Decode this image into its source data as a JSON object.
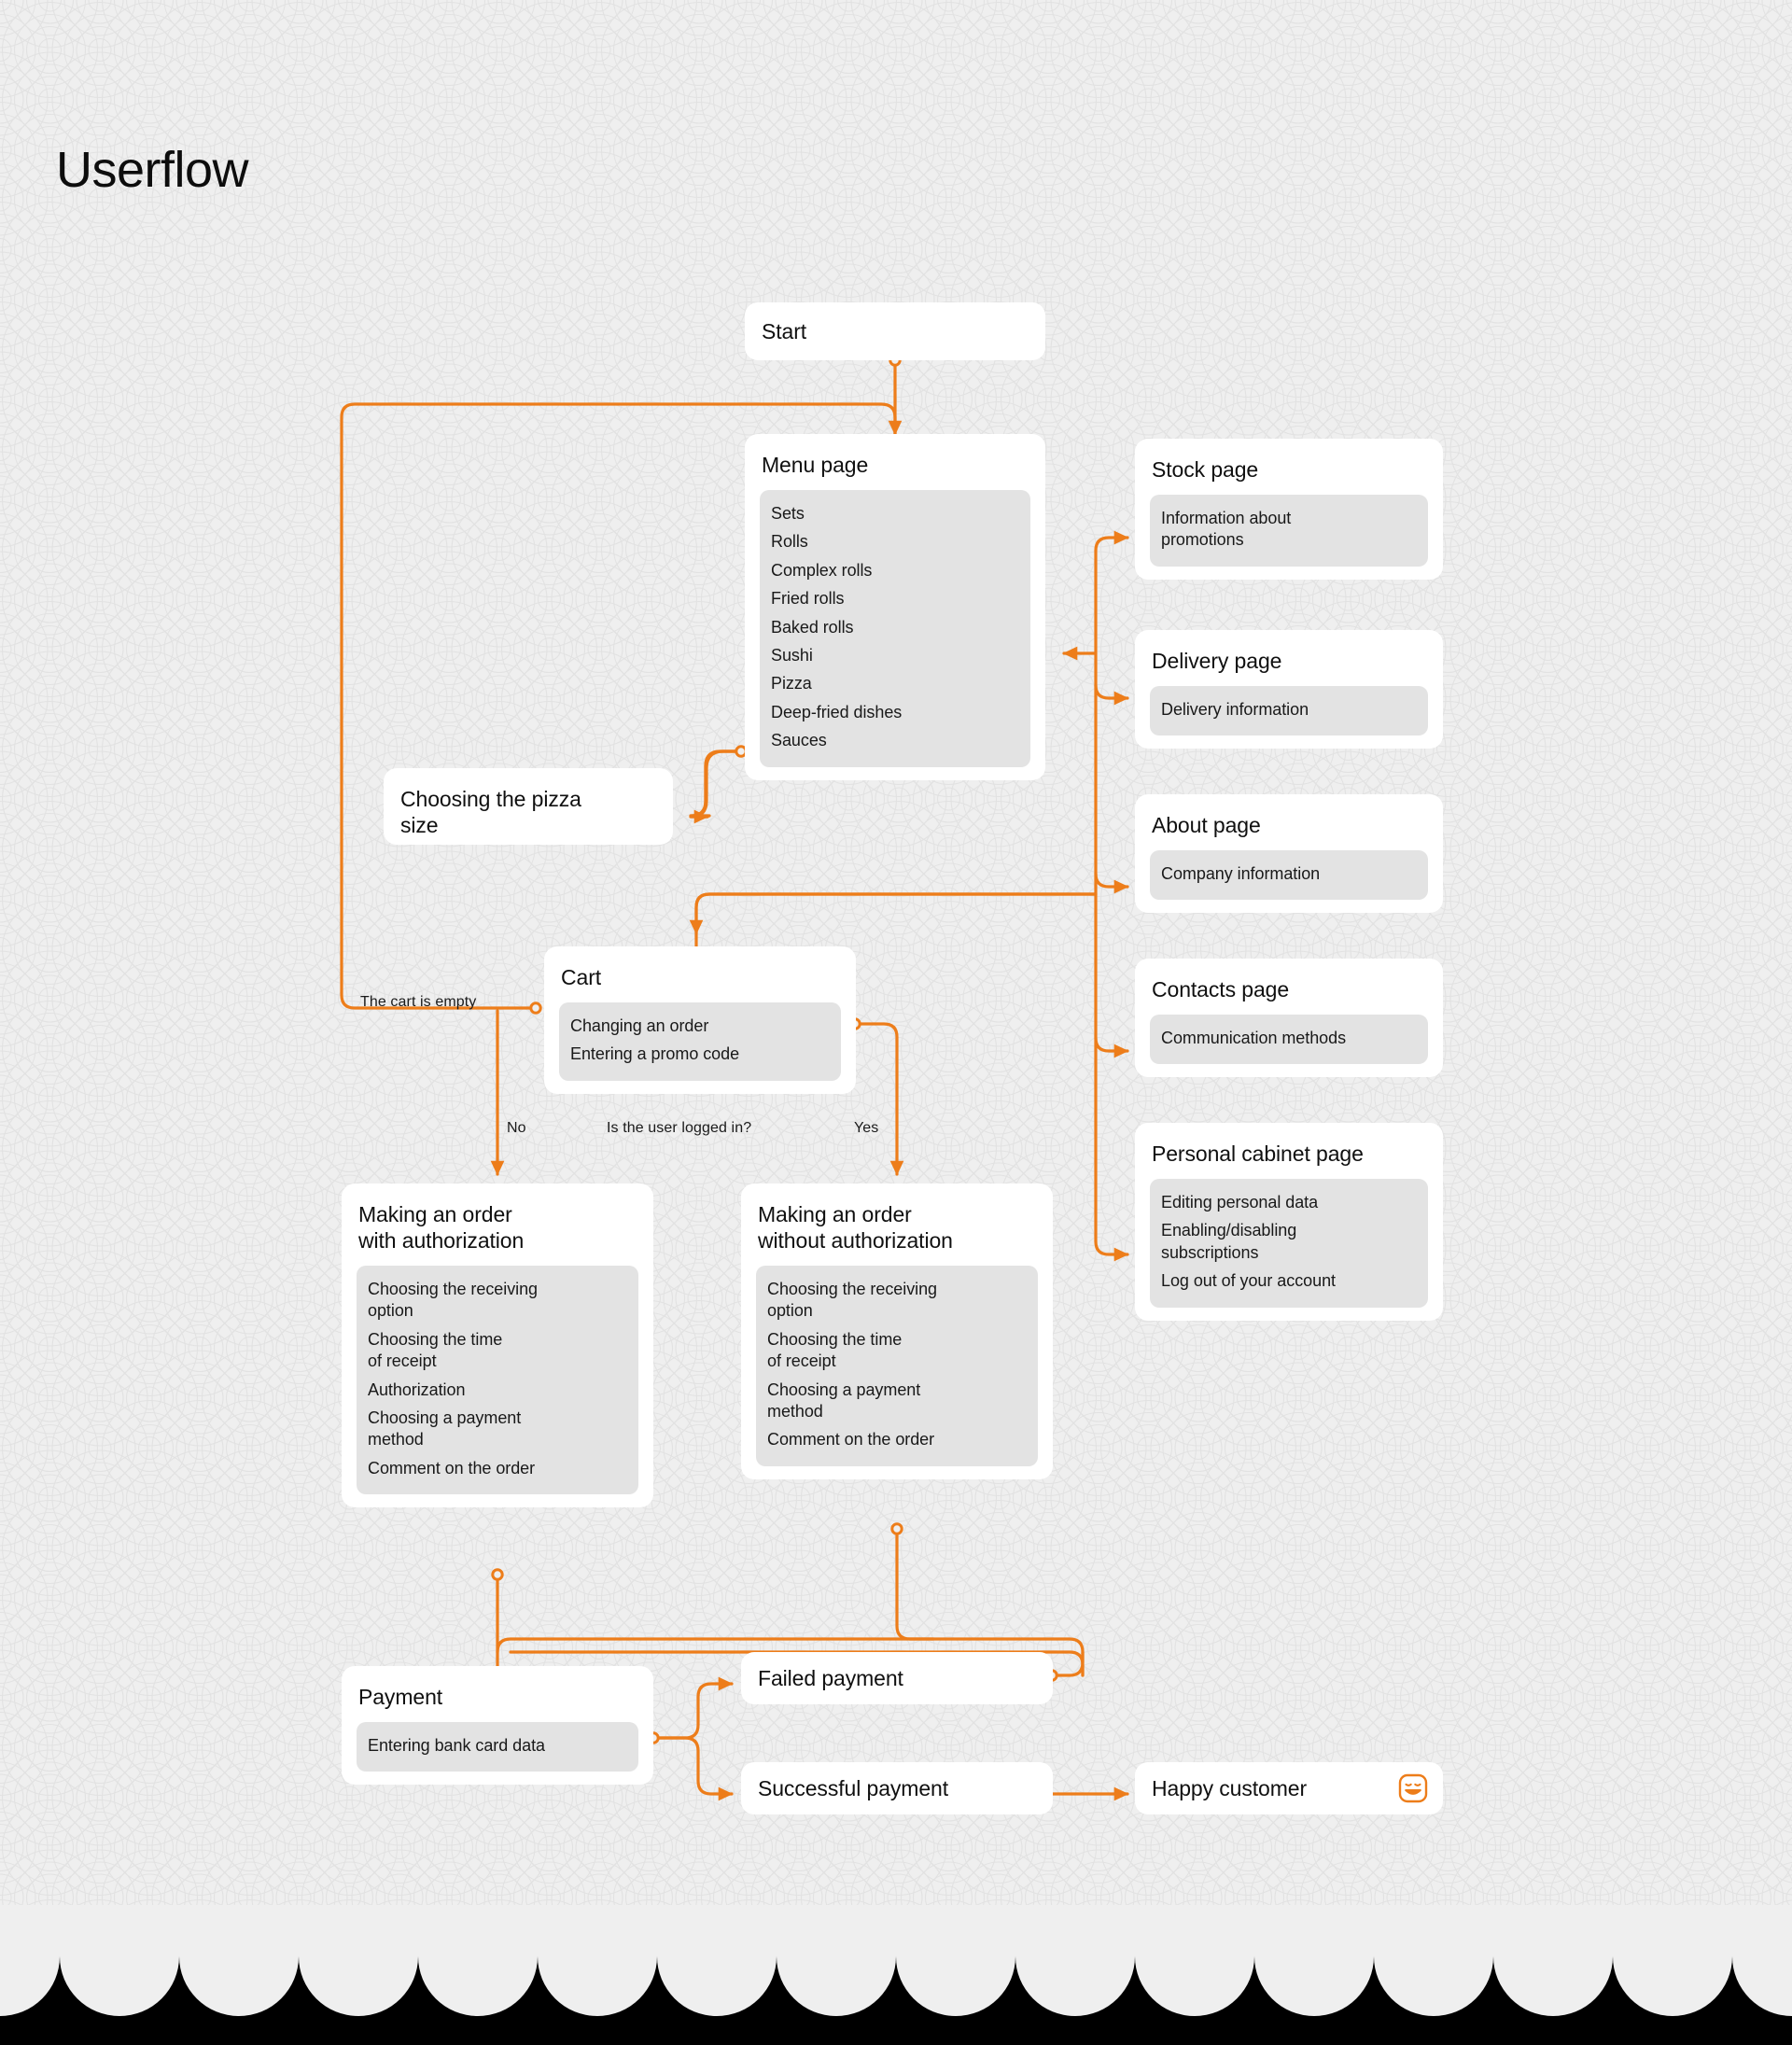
{
  "page": {
    "title": "Userflow",
    "accent_color": "#ED7D1A",
    "background_color": "#EFEFEF",
    "card_color": "#FFFFFF",
    "subcard_color": "#E3E3E3",
    "text_color": "#141414",
    "footer_color": "#000000"
  },
  "nodes": {
    "start": {
      "title": "Start",
      "items": []
    },
    "menu": {
      "title": "Menu page",
      "items": [
        "Sets",
        "Rolls",
        "Complex rolls",
        "Fried rolls",
        "Baked rolls",
        "Sushi",
        "Pizza",
        "Deep-fried dishes",
        "Sauces"
      ]
    },
    "pizza_size": {
      "title": "Choosing the pizza\nsize",
      "items": []
    },
    "stock": {
      "title": "Stock page",
      "items": [
        "Information about\npromotions"
      ]
    },
    "delivery": {
      "title": "Delivery page",
      "items": [
        "Delivery information"
      ]
    },
    "about": {
      "title": "About page",
      "items": [
        "Company information"
      ]
    },
    "contacts": {
      "title": "Contacts page",
      "items": [
        "Communication methods"
      ]
    },
    "cabinet": {
      "title": "Personal cabinet page",
      "items": [
        "Editing personal data",
        "Enabling/disabling\nsubscriptions",
        "Log out of your account"
      ]
    },
    "cart": {
      "title": "Cart",
      "items": [
        "Changing an order",
        "Entering a promo code"
      ]
    },
    "order_auth": {
      "title": "Making an order\nwith authorization",
      "items": [
        "Choosing the receiving\noption",
        "Choosing the time\nof receipt",
        "Authorization",
        "Choosing a payment\nmethod",
        "Comment on the order"
      ]
    },
    "order_noauth": {
      "title": "Making an order\nwithout authorization",
      "items": [
        "Choosing the receiving\noption",
        "Choosing the time\nof receipt",
        "Choosing a payment\nmethod",
        "Comment on the order"
      ]
    },
    "payment": {
      "title": "Payment",
      "items": [
        "Entering bank card data"
      ]
    },
    "failed": {
      "title": "Failed payment",
      "items": []
    },
    "success": {
      "title": "Successful payment",
      "items": []
    },
    "happy": {
      "title": "Happy customer",
      "items": [],
      "icon": "smiley-face-icon"
    }
  },
  "edge_labels": {
    "cart_empty": "The cart is empty",
    "no": "No",
    "question": "Is the user logged in?",
    "yes": "Yes"
  }
}
